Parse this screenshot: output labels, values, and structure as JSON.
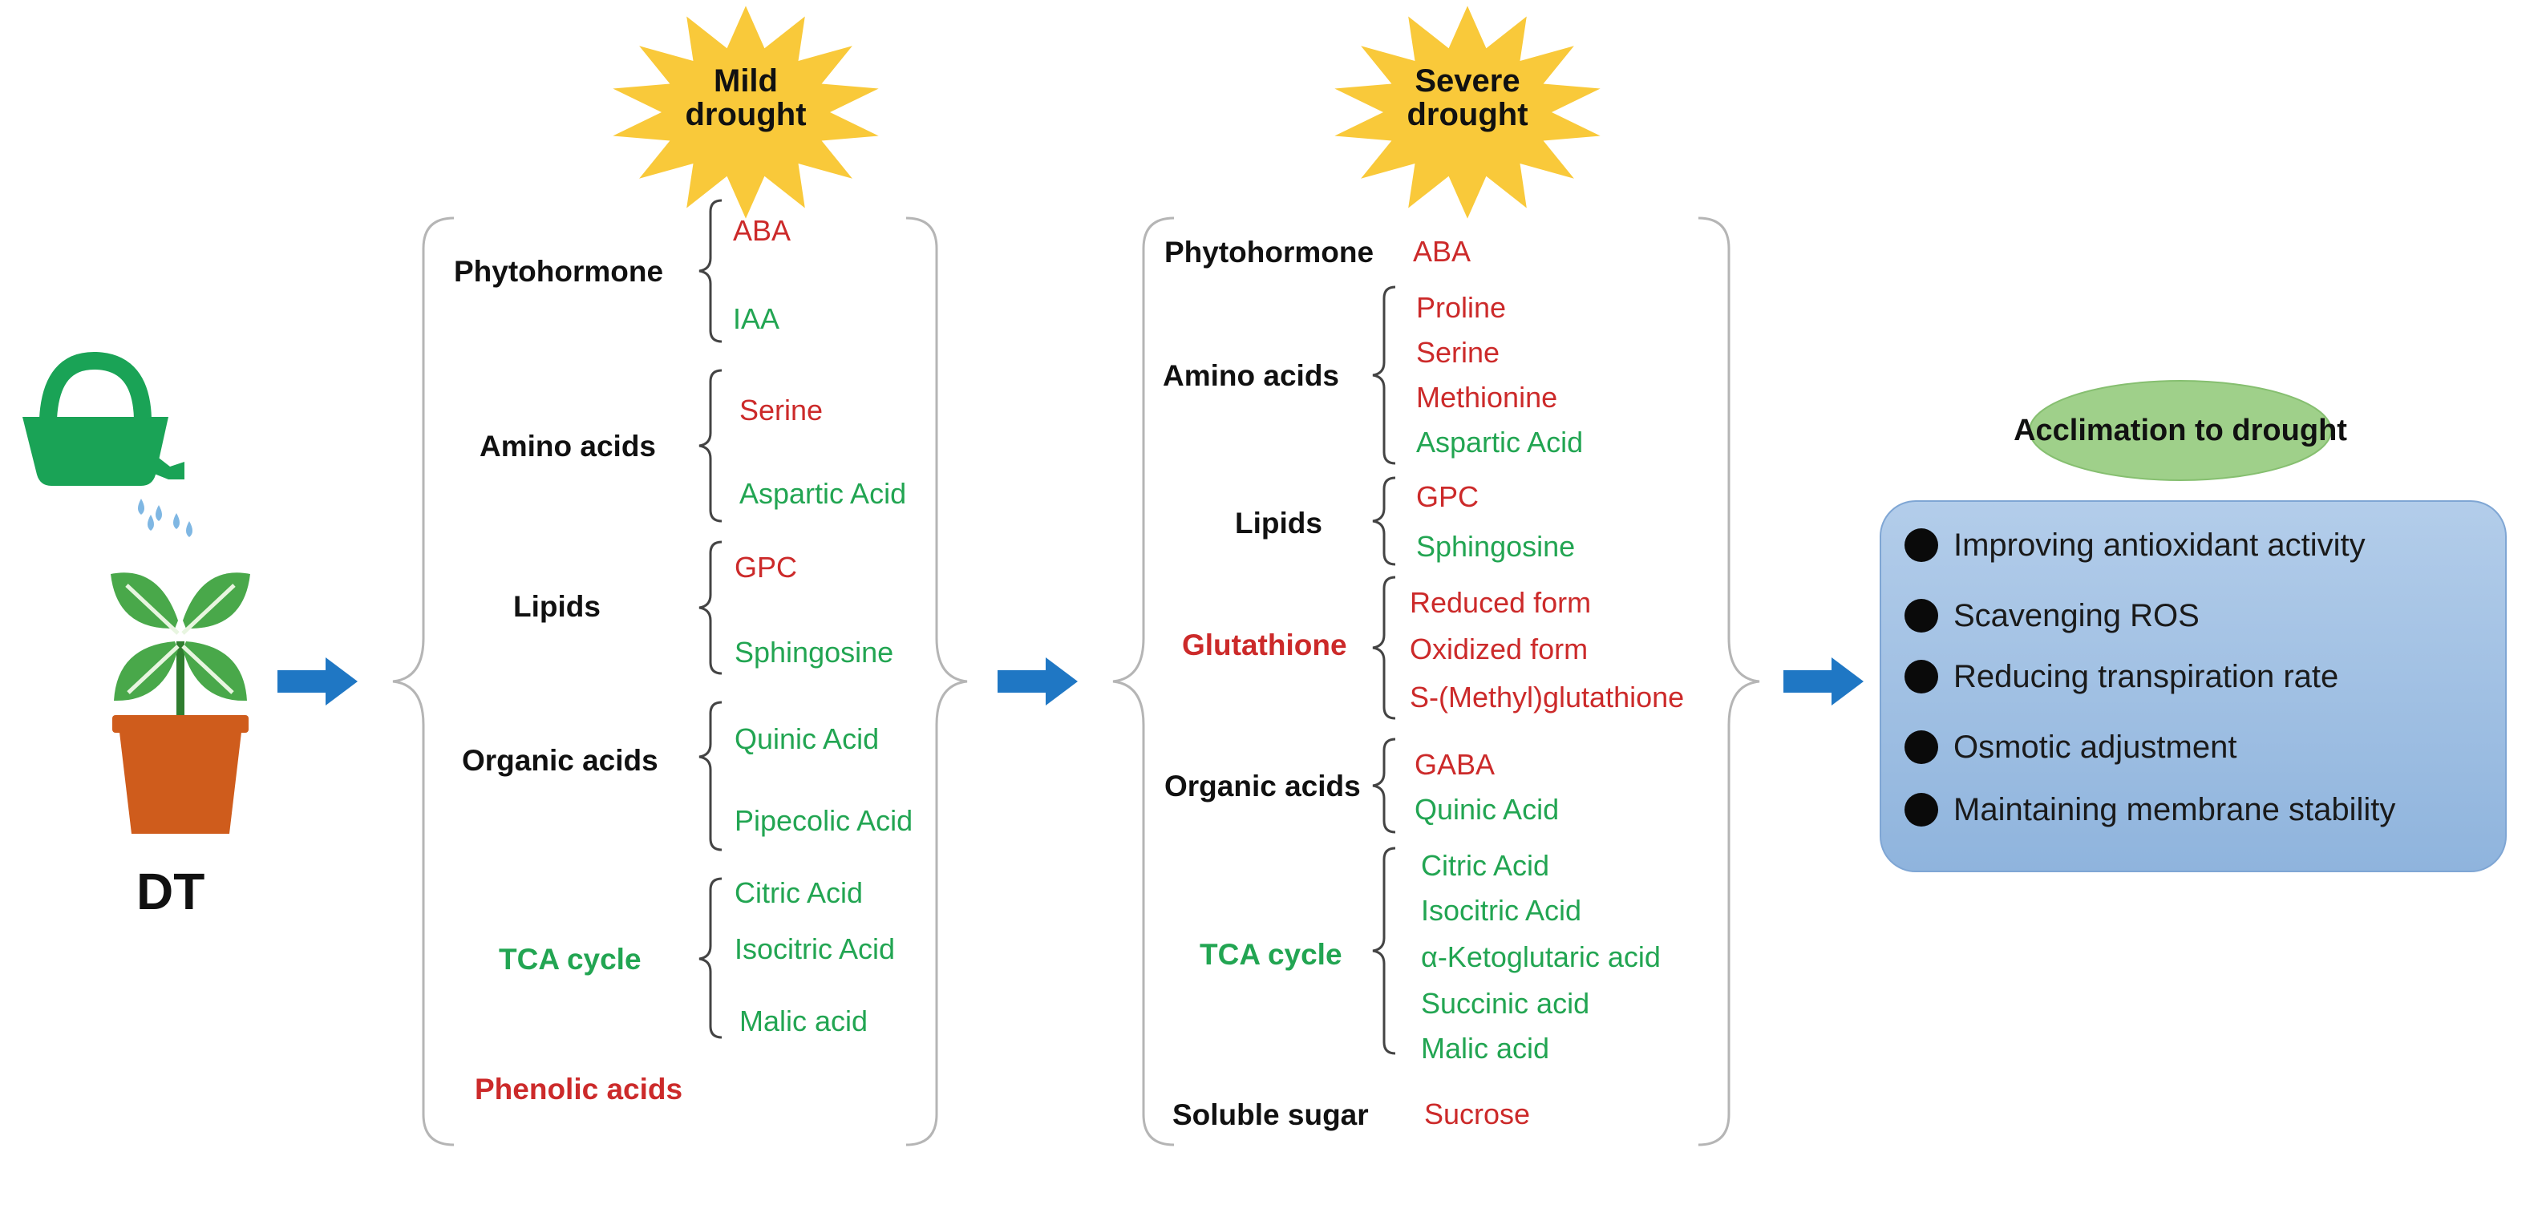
{
  "plant": {
    "label": "DT"
  },
  "mild": {
    "title_line1": "Mild",
    "title_line2": "drought",
    "groups": [
      {
        "category": "Phytohormone",
        "category_color": "black",
        "items": [
          {
            "text": "ABA",
            "color": "red"
          },
          {
            "text": "IAA",
            "color": "green"
          }
        ]
      },
      {
        "category": "Amino acids",
        "category_color": "black",
        "items": [
          {
            "text": "Serine",
            "color": "red"
          },
          {
            "text": "Aspartic Acid",
            "color": "green"
          }
        ]
      },
      {
        "category": "Lipids",
        "category_color": "black",
        "items": [
          {
            "text": "GPC",
            "color": "red"
          },
          {
            "text": "Sphingosine",
            "color": "green"
          }
        ]
      },
      {
        "category": "Organic acids",
        "category_color": "black",
        "items": [
          {
            "text": "Quinic Acid",
            "color": "green"
          },
          {
            "text": "Pipecolic Acid",
            "color": "green"
          }
        ]
      },
      {
        "category": "TCA cycle",
        "category_color": "green",
        "items": [
          {
            "text": "Citric Acid",
            "color": "green"
          },
          {
            "text": "Isocitric Acid",
            "color": "green"
          },
          {
            "text": "Malic acid",
            "color": "green"
          }
        ]
      },
      {
        "category": "Phenolic acids",
        "category_color": "red",
        "items": []
      }
    ]
  },
  "severe": {
    "title_line1": "Severe",
    "title_line2": "drought",
    "groups": [
      {
        "category": "Phytohormone",
        "category_color": "black",
        "items": [
          {
            "text": "ABA",
            "color": "red"
          }
        ]
      },
      {
        "category": "Amino acids",
        "category_color": "black",
        "items": [
          {
            "text": "Proline",
            "color": "red"
          },
          {
            "text": "Serine",
            "color": "red"
          },
          {
            "text": "Methionine",
            "color": "red"
          },
          {
            "text": "Aspartic Acid",
            "color": "green"
          }
        ]
      },
      {
        "category": "Lipids",
        "category_color": "black",
        "items": [
          {
            "text": "GPC",
            "color": "red"
          },
          {
            "text": "Sphingosine",
            "color": "green"
          }
        ]
      },
      {
        "category": "Glutathione",
        "category_color": "red",
        "items": [
          {
            "text": "Reduced form",
            "color": "red"
          },
          {
            "text": "Oxidized form",
            "color": "red"
          },
          {
            "text": "S-(Methyl)glutathione",
            "color": "red"
          }
        ]
      },
      {
        "category": "Organic acids",
        "category_color": "black",
        "items": [
          {
            "text": "GABA",
            "color": "red"
          },
          {
            "text": "Quinic Acid",
            "color": "green"
          }
        ]
      },
      {
        "category": "TCA cycle",
        "category_color": "green",
        "items": [
          {
            "text": "Citric Acid",
            "color": "green"
          },
          {
            "text": "Isocitric Acid",
            "color": "green"
          },
          {
            "text": "α-Ketoglutaric acid",
            "color": "green"
          },
          {
            "text": "Succinic acid",
            "color": "green"
          },
          {
            "text": "Malic acid",
            "color": "green"
          }
        ]
      },
      {
        "category": "Soluble sugar",
        "category_color": "black",
        "items": [
          {
            "text": "Sucrose",
            "color": "red"
          }
        ]
      }
    ]
  },
  "acclimation": {
    "title": "Acclimation to drought",
    "bullets": [
      "Improving antioxidant activity",
      "Scavenging ROS",
      "Reducing transpiration rate",
      "Osmotic adjustment",
      "Maintaining membrane stability"
    ]
  },
  "colors": {
    "red": "#cc2a2a",
    "green": "#22a552",
    "black": "#111111",
    "arrow": "#1f77c4",
    "star": "#f9c93a",
    "pill": "#9fd08a",
    "box_top": "#b3cdea",
    "box_bottom": "#8fb4dd",
    "plant_leaf": "#49a84a",
    "pot": "#cf5c1c",
    "can": "#1aa356",
    "water_drop": "#7fb7e3"
  }
}
